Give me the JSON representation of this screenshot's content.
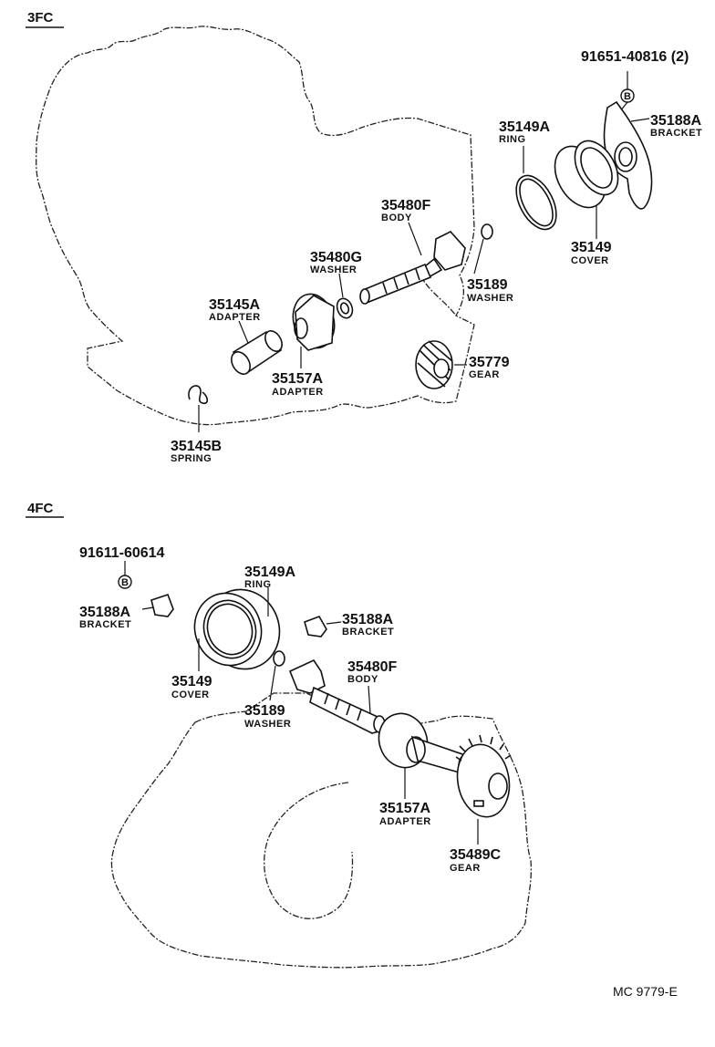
{
  "section_3fc": {
    "title": "3FC",
    "callouts": {
      "bolt": {
        "number": "91651-40816 (2)",
        "circle": "B"
      },
      "bracket": {
        "number": "35188A",
        "name": "BRACKET"
      },
      "ring": {
        "number": "35149A",
        "name": "RING"
      },
      "cover": {
        "number": "35149",
        "name": "COVER"
      },
      "body": {
        "number": "35480F",
        "name": "BODY"
      },
      "washer_g": {
        "number": "35480G",
        "name": "WASHER"
      },
      "washer": {
        "number": "35189",
        "name": "WASHER"
      },
      "adapter_a": {
        "number": "35145A",
        "name": "ADAPTER"
      },
      "adapter_b": {
        "number": "35157A",
        "name": "ADAPTER"
      },
      "gear": {
        "number": "35779",
        "name": "GEAR"
      },
      "spring": {
        "number": "35145B",
        "name": "SPRING"
      }
    }
  },
  "section_4fc": {
    "title": "4FC",
    "callouts": {
      "bolt": {
        "number": "91611-60614",
        "circle": "B"
      },
      "bracket_left": {
        "number": "35188A",
        "name": "BRACKET"
      },
      "ring": {
        "number": "35149A",
        "name": "RING"
      },
      "bracket_right": {
        "number": "35188A",
        "name": "BRACKET"
      },
      "cover": {
        "number": "35149",
        "name": "COVER"
      },
      "body": {
        "number": "35480F",
        "name": "BODY"
      },
      "washer": {
        "number": "35189",
        "name": "WASHER"
      },
      "adapter": {
        "number": "35157A",
        "name": "ADAPTER"
      },
      "gear": {
        "number": "35489C",
        "name": "GEAR"
      }
    }
  },
  "footer": {
    "code": "MC 9779-E"
  }
}
